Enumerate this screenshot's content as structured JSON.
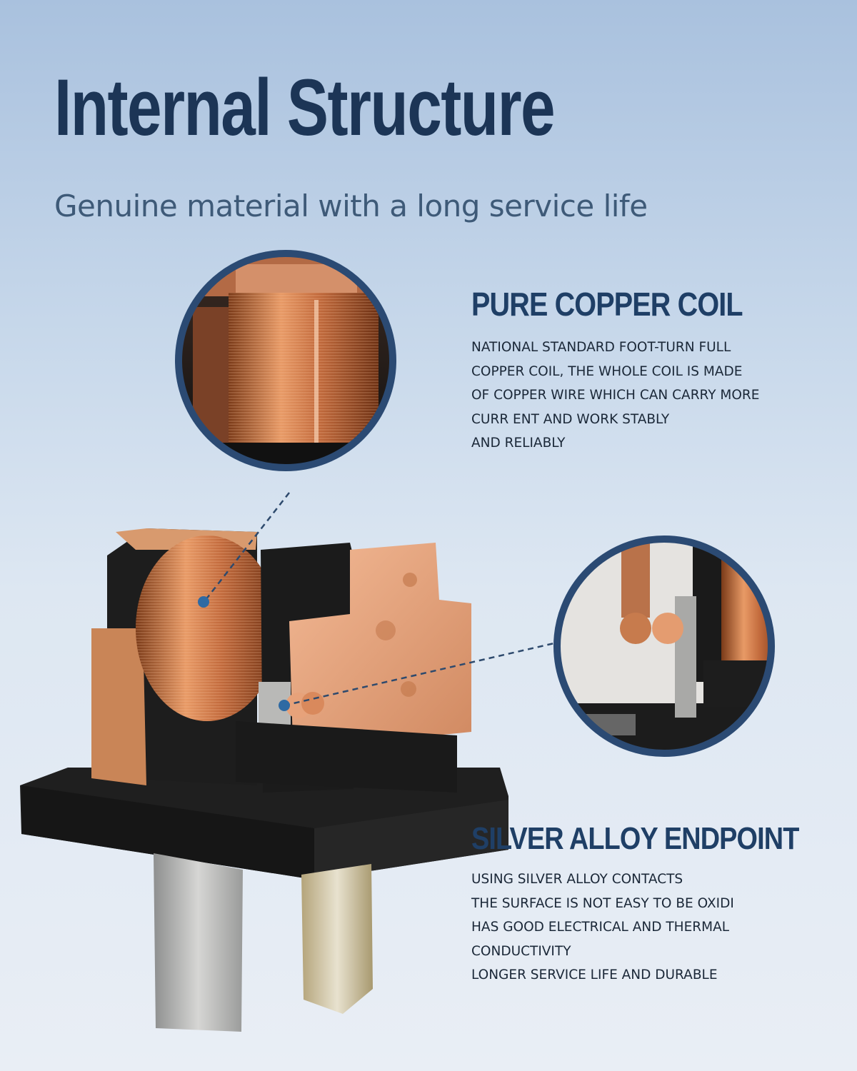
{
  "header": {
    "title": "Internal Structure",
    "subtitle": "Genuine material with a long service life"
  },
  "features": [
    {
      "heading": "PURE COPPER COIL",
      "lines": [
        "NATIONAL STANDARD FOOT-TURN FULL",
        "COPPER COIL, THE WHOLE COIL IS MADE",
        "OF COPPER WIRE WHICH CAN CARRY MORE",
        "CURR ENT AND WORK STABLY",
        "AND RELIABLY"
      ]
    },
    {
      "heading": "SILVER ALLOY ENDPOINT",
      "lines": [
        "USING SILVER ALLOY CONTACTS",
        "THE SURFACE IS NOT EASY TO BE OXIDI",
        "HAS GOOD ELECTRICAL AND THERMAL",
        "CONDUCTIVITY",
        "LONGER SERVICE LIFE AND DURABLE"
      ]
    }
  ],
  "colors": {
    "title": "#1c3556",
    "heading": "#1f3f66",
    "copper": "#c7774a",
    "plastic": "#1e1e1e",
    "accent": "#3a6fa8"
  }
}
